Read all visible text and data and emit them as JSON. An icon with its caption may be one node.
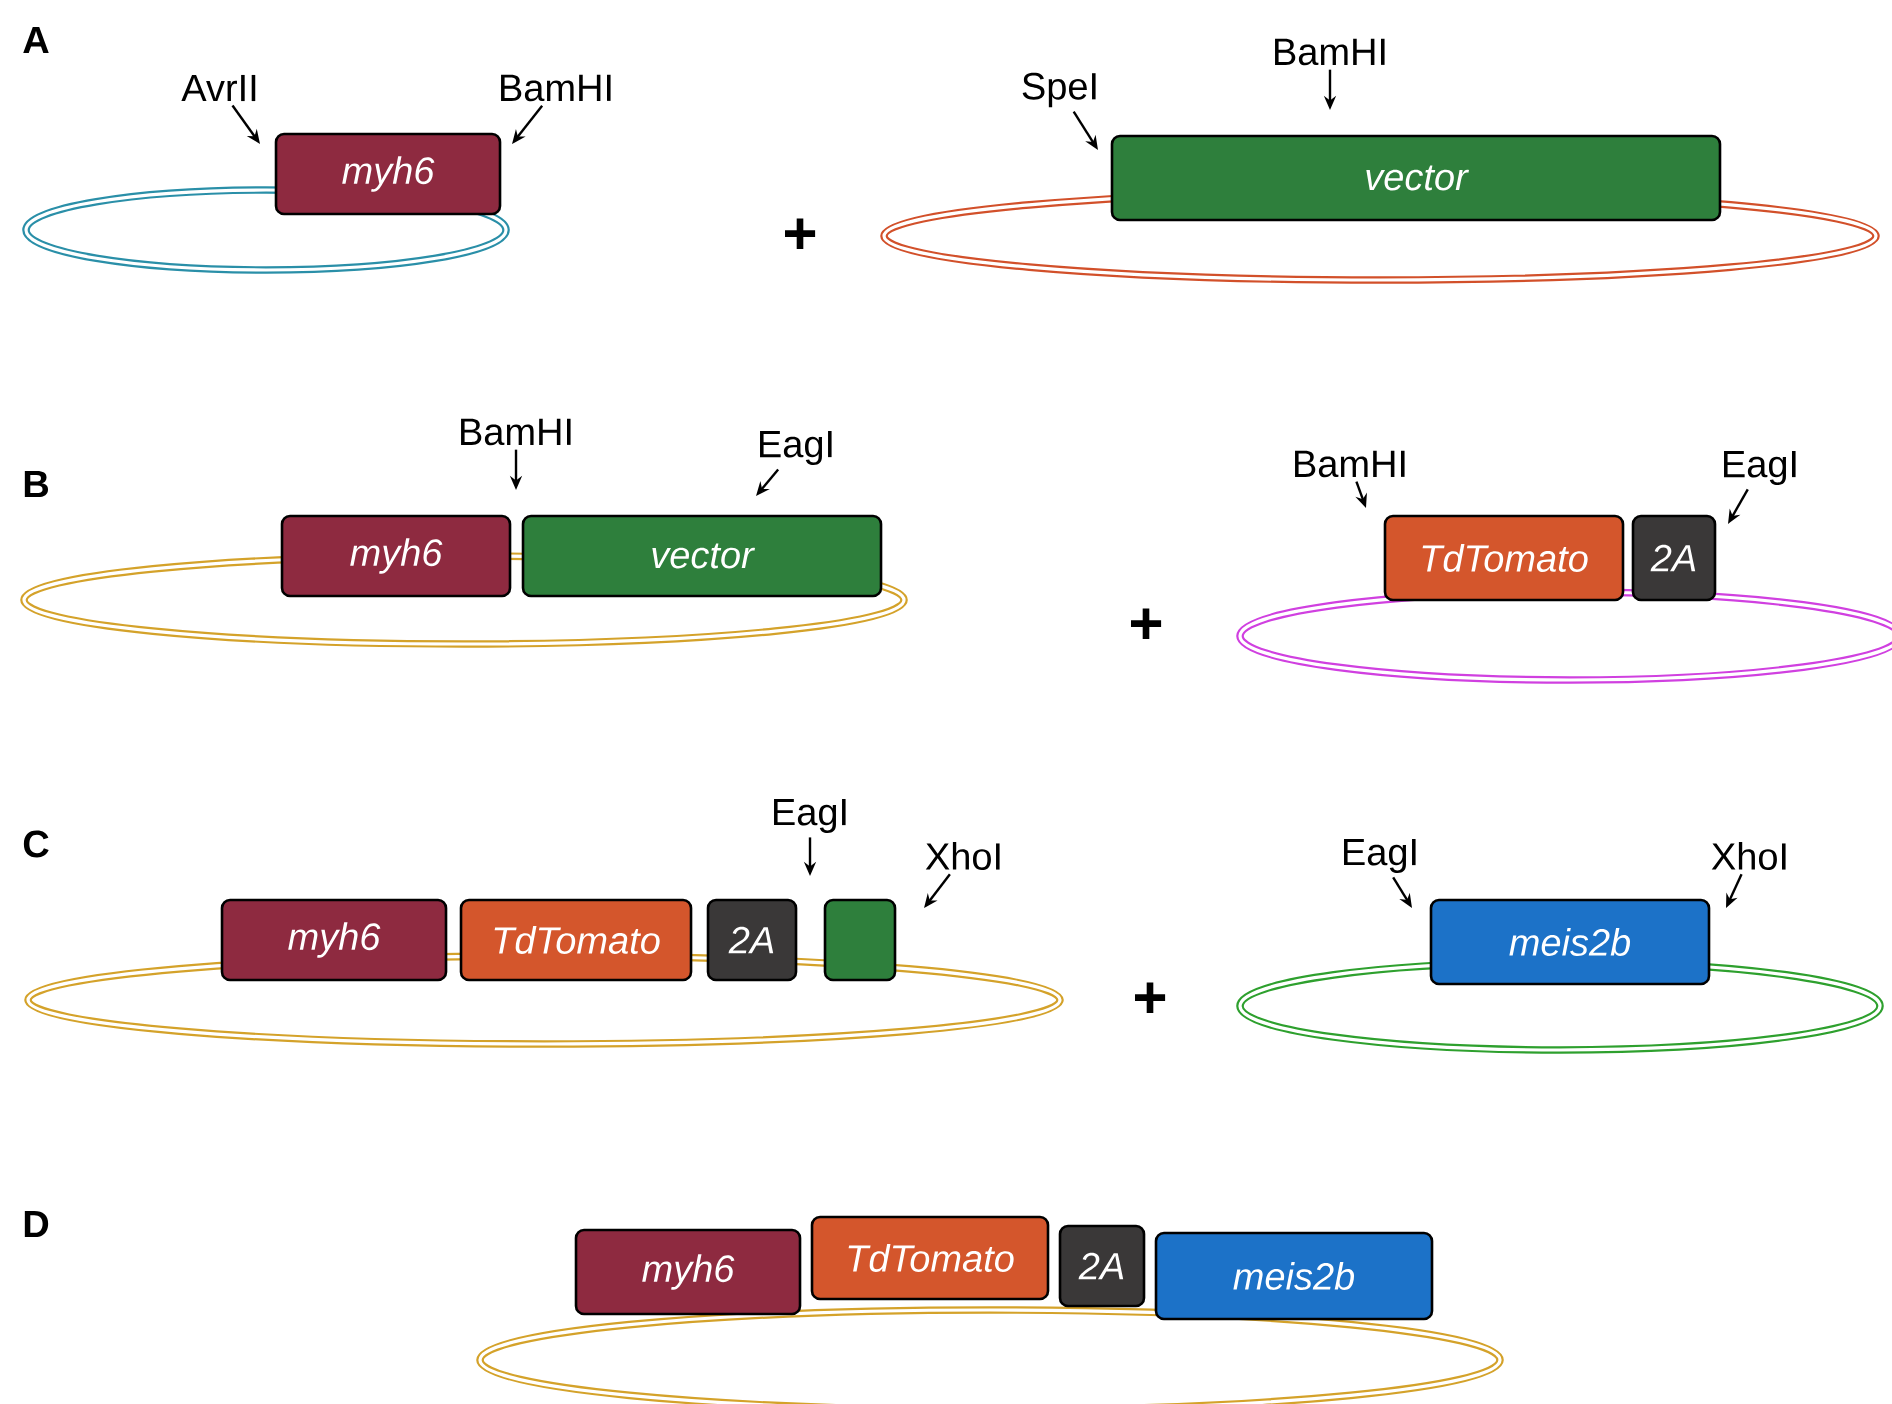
{
  "diagram": {
    "nodes": [
      {
        "text": [
          "AvrII"
        ]
      },
      {
        "text": [
          "BamHI"
        ]
      },
      {
        "text": [
          "myh6"
        ]
      },
      {
        "text": [
          "SpeI"
        ]
      },
      {
        "text": [
          "BamHI"
        ]
      },
      {
        "text": [
          "vector"
        ]
      },
      {
        "text": [
          "BamHI"
        ]
      },
      {
        "text": [
          "EagI"
        ]
      },
      {
        "text": [
          "myh6"
        ]
      },
      {
        "text": [
          "vector"
        ]
      },
      {
        "text": [
          "BamHI"
        ]
      },
      {
        "text": [
          "EagI"
        ]
      },
      {
        "text": [
          "TdTomato"
        ]
      },
      {
        "text": [
          "2A"
        ]
      },
      {
        "text": [
          "EagI"
        ]
      },
      {
        "text": [
          "XhoI"
        ]
      },
      {
        "text": [
          "myh6"
        ]
      },
      {
        "text": [
          "TdTomato"
        ]
      },
      {
        "text": [
          "2A"
        ]
      },
      {
        "text": [],
        "shape": "box"
      },
      {
        "text": [
          "EagI"
        ]
      },
      {
        "text": [
          "XhoI"
        ]
      },
      {
        "text": [
          "meis2b"
        ]
      },
      {
        "text": [
          "myh6"
        ]
      },
      {
        "text": [
          "TdTomato"
        ]
      },
      {
        "text": [
          "2A"
        ]
      },
      {
        "text": [
          "meis2b"
        ]
      }
    ],
    "edges": [
      {
        "from": 0,
        "to": null,
        "arrow": "to"
      },
      {
        "from": 1,
        "to": null,
        "arrow": "to"
      },
      {
        "from": 3,
        "to": null,
        "arrow": "to"
      },
      {
        "from": 4,
        "to": null,
        "arrow": "to"
      },
      {
        "from": 6,
        "to": null,
        "arrow": "to"
      },
      {
        "from": 7,
        "to": null,
        "arrow": "to"
      },
      {
        "from": 10,
        "to": null,
        "arrow": "to"
      },
      {
        "from": 11,
        "to": null,
        "arrow": "to"
      },
      {
        "from": 14,
        "to": null,
        "arrow": "to"
      },
      {
        "from": 15,
        "to": null,
        "arrow": "to"
      },
      {
        "from": 20,
        "to": null,
        "arrow": "to"
      },
      {
        "from": 21,
        "to": null,
        "arrow": "to"
      }
    ],
    "labels": [
      "A",
      "+",
      "B",
      "+",
      "C",
      "+",
      "D"
    ]
  }
}
